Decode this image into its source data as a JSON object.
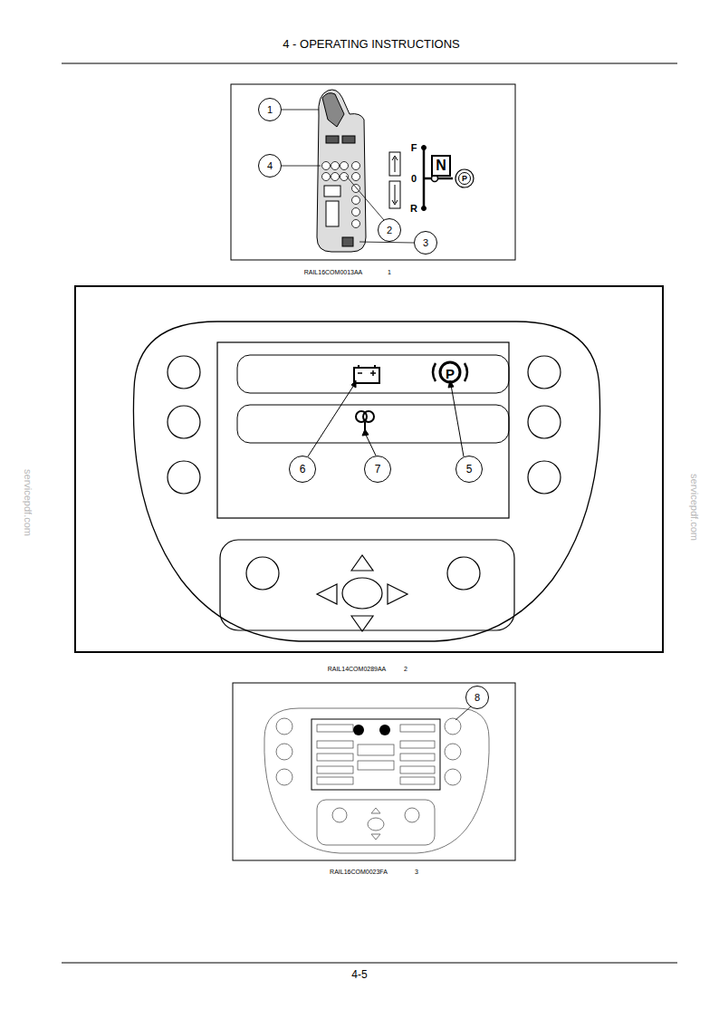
{
  "diagram": {
    "title": "4 - OPERATING INSTRUCTIONS",
    "nodes": [
      {
        "text": [
          "1"
        ]
      },
      {
        "text": [
          "4"
        ]
      },
      {
        "text": [
          "N"
        ]
      },
      {
        "text": [
          "2"
        ]
      },
      {
        "text": [
          "3"
        ]
      },
      {
        "text": [
          "6"
        ]
      },
      {
        "text": [
          "7"
        ]
      },
      {
        "text": [
          "5"
        ]
      },
      {
        "text": [
          "8"
        ]
      }
    ],
    "labels": [
      "F",
      "0",
      "R",
      "P",
      "RAIL16COM0013AA",
      "1",
      "P",
      "RAIL14COM0289AA",
      "2",
      "RAIL16COM0023FA",
      "3",
      "servicepdf.com",
      "servicepdf.com",
      "4-5"
    ]
  }
}
